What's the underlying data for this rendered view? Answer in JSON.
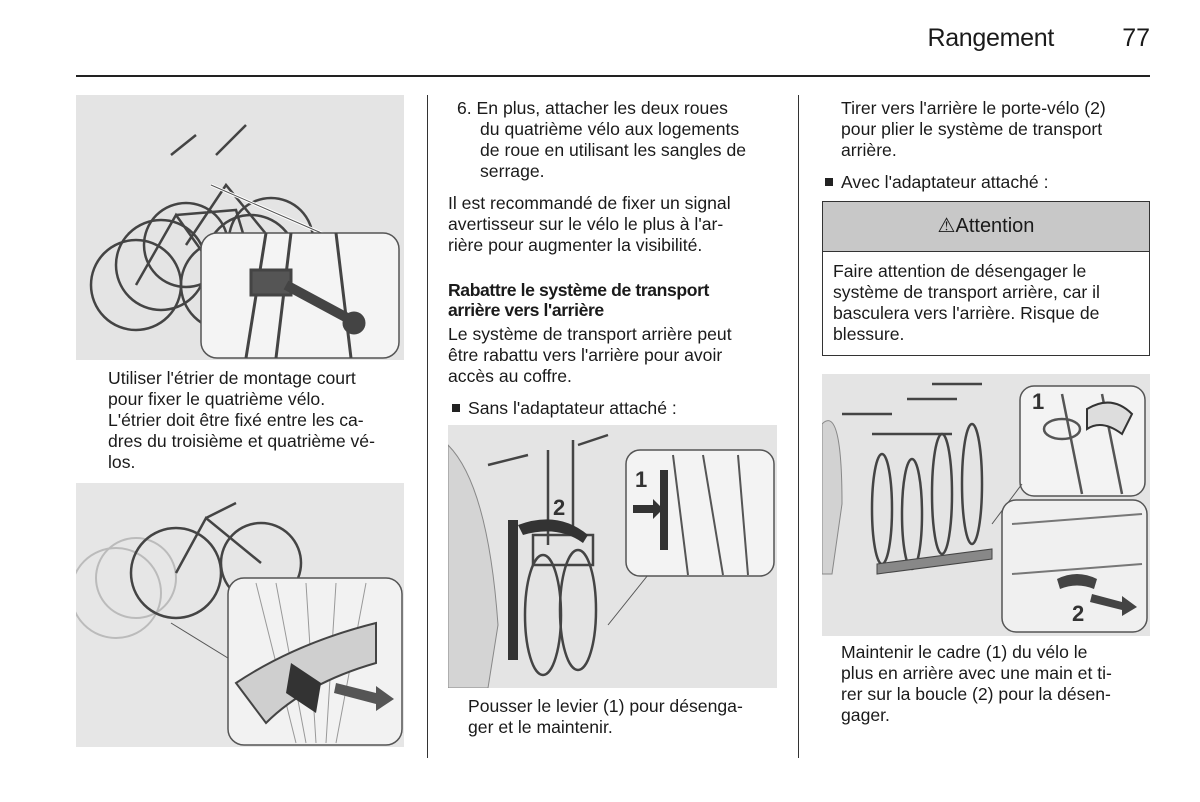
{
  "header": {
    "title": "Rangement",
    "page_number": "77"
  },
  "col1": {
    "caption1": [
      "Utiliser l'étrier de montage court",
      "pour fixer le quatrième vélo.",
      "L'étrier doit être fixé entre les ca-",
      "dres du troisième et quatrième vé-",
      "los."
    ]
  },
  "col2": {
    "step6": [
      "6. En plus, attacher les deux roues",
      "du quatrième vélo aux logements",
      "de roue en utilisant les sangles de",
      "serrage."
    ],
    "para1": [
      "Il est recommandé de fixer un signal",
      "avertisseur sur le vélo le plus à l'ar-",
      "rière pour augmenter la visibilité."
    ],
    "heading": [
      "Rabattre le système de transport",
      "arrière vers l'arrière"
    ],
    "para2": [
      "Le système de transport arrière peut",
      "être rabattu vers l'arrière pour avoir",
      "accès au coffre."
    ],
    "bullet1": "Sans l'adaptateur attaché :",
    "figure_labels": [
      "1",
      "2"
    ],
    "caption2": [
      "Pousser le levier (1) pour désenga-",
      "ger et le maintenir."
    ]
  },
  "col3": {
    "para1": [
      "Tirer vers l'arrière le porte-vélo (2)",
      "pour plier le système de transport",
      "arrière."
    ],
    "bullet2": "Avec l'adaptateur attaché :",
    "warning": {
      "title": "Attention",
      "icon": "warning-triangle-icon",
      "body": [
        "Faire attention de désengager le",
        "système de transport arrière, car il",
        "basculera vers l'arrière. Risque de",
        "blessure."
      ]
    },
    "figure_labels": [
      "1",
      "2"
    ],
    "caption3": [
      "Maintenir le cadre (1) du vélo le",
      "plus en arrière avec une main et ti-",
      "rer sur la boucle (2) pour la désen-",
      "gager."
    ]
  }
}
